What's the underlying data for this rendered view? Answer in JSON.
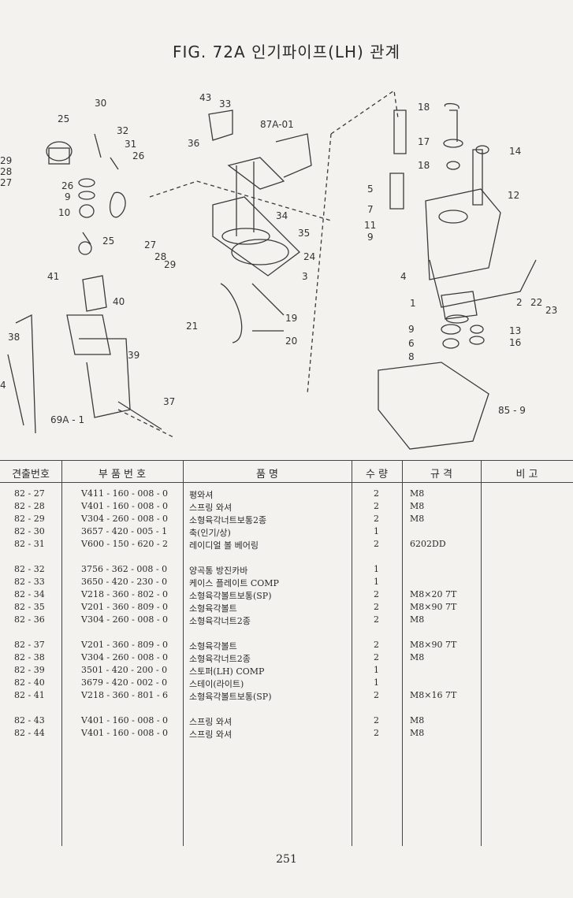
{
  "title": "FIG. 72A 인기파이프(LH) 관계",
  "headers": {
    "no": "견출번호",
    "part_no": "부 품 번 호",
    "name": "품 명",
    "qty": "수 량",
    "spec": "규 격",
    "remarks": "비 고"
  },
  "groups": [
    [
      {
        "no": "82 - 27",
        "part_no": "V411 - 160 - 008 - 0",
        "name": "평와셔",
        "qty": "2",
        "spec": "M8"
      },
      {
        "no": "82 - 28",
        "part_no": "V401 - 160 - 008 - 0",
        "name": "스프링 와셔",
        "qty": "2",
        "spec": "M8"
      },
      {
        "no": "82 - 29",
        "part_no": "V304 - 260 - 008 - 0",
        "name": "소형육각너트보통2종",
        "qty": "2",
        "spec": "M8"
      },
      {
        "no": "82 - 30",
        "part_no": "3657 - 420 - 005 - 1",
        "name": "축(인기/상)",
        "qty": "1",
        "spec": ""
      },
      {
        "no": "82 - 31",
        "part_no": "V600 - 150 - 620 - 2",
        "name": "레이디얼 볼 베어링",
        "qty": "2",
        "spec": "6202DD"
      }
    ],
    [
      {
        "no": "82 - 32",
        "part_no": "3756 - 362 - 008 - 0",
        "name": "양곡통 방진카바",
        "qty": "1",
        "spec": ""
      },
      {
        "no": "82 - 33",
        "part_no": "3650 - 420 - 230 - 0",
        "name": "케이스 플레이트 COMP",
        "qty": "1",
        "spec": ""
      },
      {
        "no": "82 - 34",
        "part_no": "V218 - 360 - 802 - 0",
        "name": "소형육각볼트보통(SP)",
        "qty": "2",
        "spec": "M8×20 7T"
      },
      {
        "no": "82 - 35",
        "part_no": "V201 - 360 - 809 - 0",
        "name": "소형육각볼트",
        "qty": "2",
        "spec": "M8×90 7T"
      },
      {
        "no": "82 - 36",
        "part_no": "V304 - 260 - 008 - 0",
        "name": "소형육각너트2종",
        "qty": "2",
        "spec": "M8"
      }
    ],
    [
      {
        "no": "82 - 37",
        "part_no": "V201 - 360 - 809 - 0",
        "name": "소형육각볼트",
        "qty": "2",
        "spec": "M8×90 7T"
      },
      {
        "no": "82 - 38",
        "part_no": "V304 - 260 - 008 - 0",
        "name": "소형육각너트2종",
        "qty": "2",
        "spec": "M8"
      },
      {
        "no": "82 - 39",
        "part_no": "3501 - 420 - 200 - 0",
        "name": "스토퍼(LH) COMP",
        "qty": "1",
        "spec": ""
      },
      {
        "no": "82 - 40",
        "part_no": "3679 - 420 - 002 - 0",
        "name": "스테이(라이트)",
        "qty": "1",
        "spec": ""
      },
      {
        "no": "82 - 41",
        "part_no": "V218 - 360 - 801 - 6",
        "name": "소형육각볼트보통(SP)",
        "qty": "2",
        "spec": "M8×16 7T"
      }
    ],
    [
      {
        "no": "82 - 43",
        "part_no": "V401 - 160 - 008 - 0",
        "name": "스프링 와셔",
        "qty": "2",
        "spec": "M8"
      },
      {
        "no": "82 - 44",
        "part_no": "V401 - 160 - 008 - 0",
        "name": "스프링 와셔",
        "qty": "2",
        "spec": "M8"
      }
    ]
  ],
  "callouts": [
    "30",
    "25",
    "32",
    "31",
    "26",
    "29",
    "28",
    "27",
    "26",
    "9",
    "10",
    "25",
    "27",
    "28",
    "29",
    "43",
    "33",
    "36",
    "87A-01",
    "34",
    "35",
    "24",
    "3",
    "19",
    "20",
    "21",
    "41",
    "40",
    "38",
    "39",
    "37",
    "69A - 1",
    "4",
    "18",
    "17",
    "14",
    "18",
    "12",
    "5",
    "7",
    "11",
    "9",
    "4",
    "1",
    "2",
    "22",
    "23",
    "9",
    "13",
    "6",
    "16",
    "8",
    "85 - 9"
  ],
  "page_number": "251"
}
